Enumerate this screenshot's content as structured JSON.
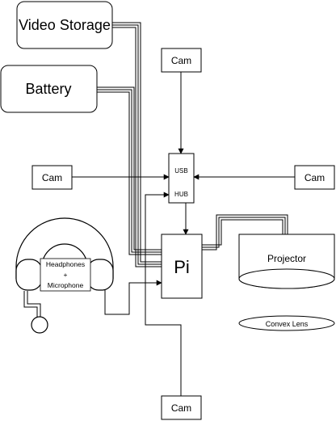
{
  "nodes": {
    "video_storage": "Video Storage",
    "battery": "Battery",
    "cam_top": "Cam",
    "cam_left": "Cam",
    "cam_right": "Cam",
    "cam_bottom": "Cam",
    "usb_hub_line1": "USB",
    "usb_hub_line2": "HUB",
    "pi": "Pi",
    "projector": "Projector",
    "convex_lens": "Convex Lens",
    "headphones_line1": "Headphones",
    "headphones_line2": "+",
    "headphones_line3": "Microphone"
  }
}
